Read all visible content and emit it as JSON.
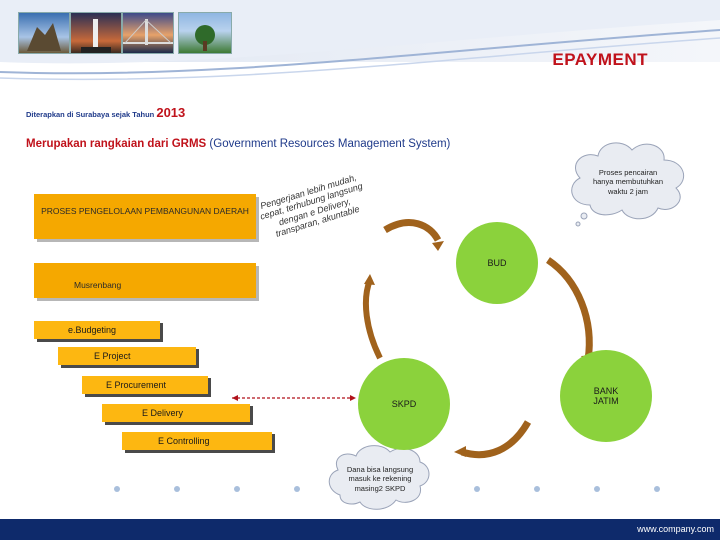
{
  "slide": {
    "title": "EPAYMENT",
    "subtitle_prefix": "Diterapkan di Surabaya sejak Tahun",
    "subtitle_year": "2013",
    "subtitle2_highlight": "Merupakan rangkaian dari GRMS",
    "subtitle2_rest": "(Government Resources Management System)",
    "footer_url": "www.company.com"
  },
  "process": {
    "header": "PROSES PENGELOLAAN PEMBANGUNAN DAERAH",
    "musrenbang": "Musrenbang",
    "steps": [
      "e.Budgeting",
      "E Project",
      "E Procurement",
      "E Delivery",
      "E Controlling"
    ]
  },
  "cycle": {
    "bud": "BUD",
    "skpd": "SKPD",
    "bank": "BANK JATIM",
    "note_rotated": "Pengerjaan lebih mudah, cepat, terhubung langsung dengan e Delivery, transparan, akuntable",
    "cloud_top": "Proses pencairan hanya membutuhkan waktu 2 jam",
    "cloud_bottom": "Dana bisa langsung masuk ke rekening masing2 SKPD"
  },
  "colors": {
    "title_red": "#c0121b",
    "navy": "#1f3a8a",
    "orange": "#f5a800",
    "green": "#8bd23c",
    "arrow_brown": "#a0621c"
  }
}
